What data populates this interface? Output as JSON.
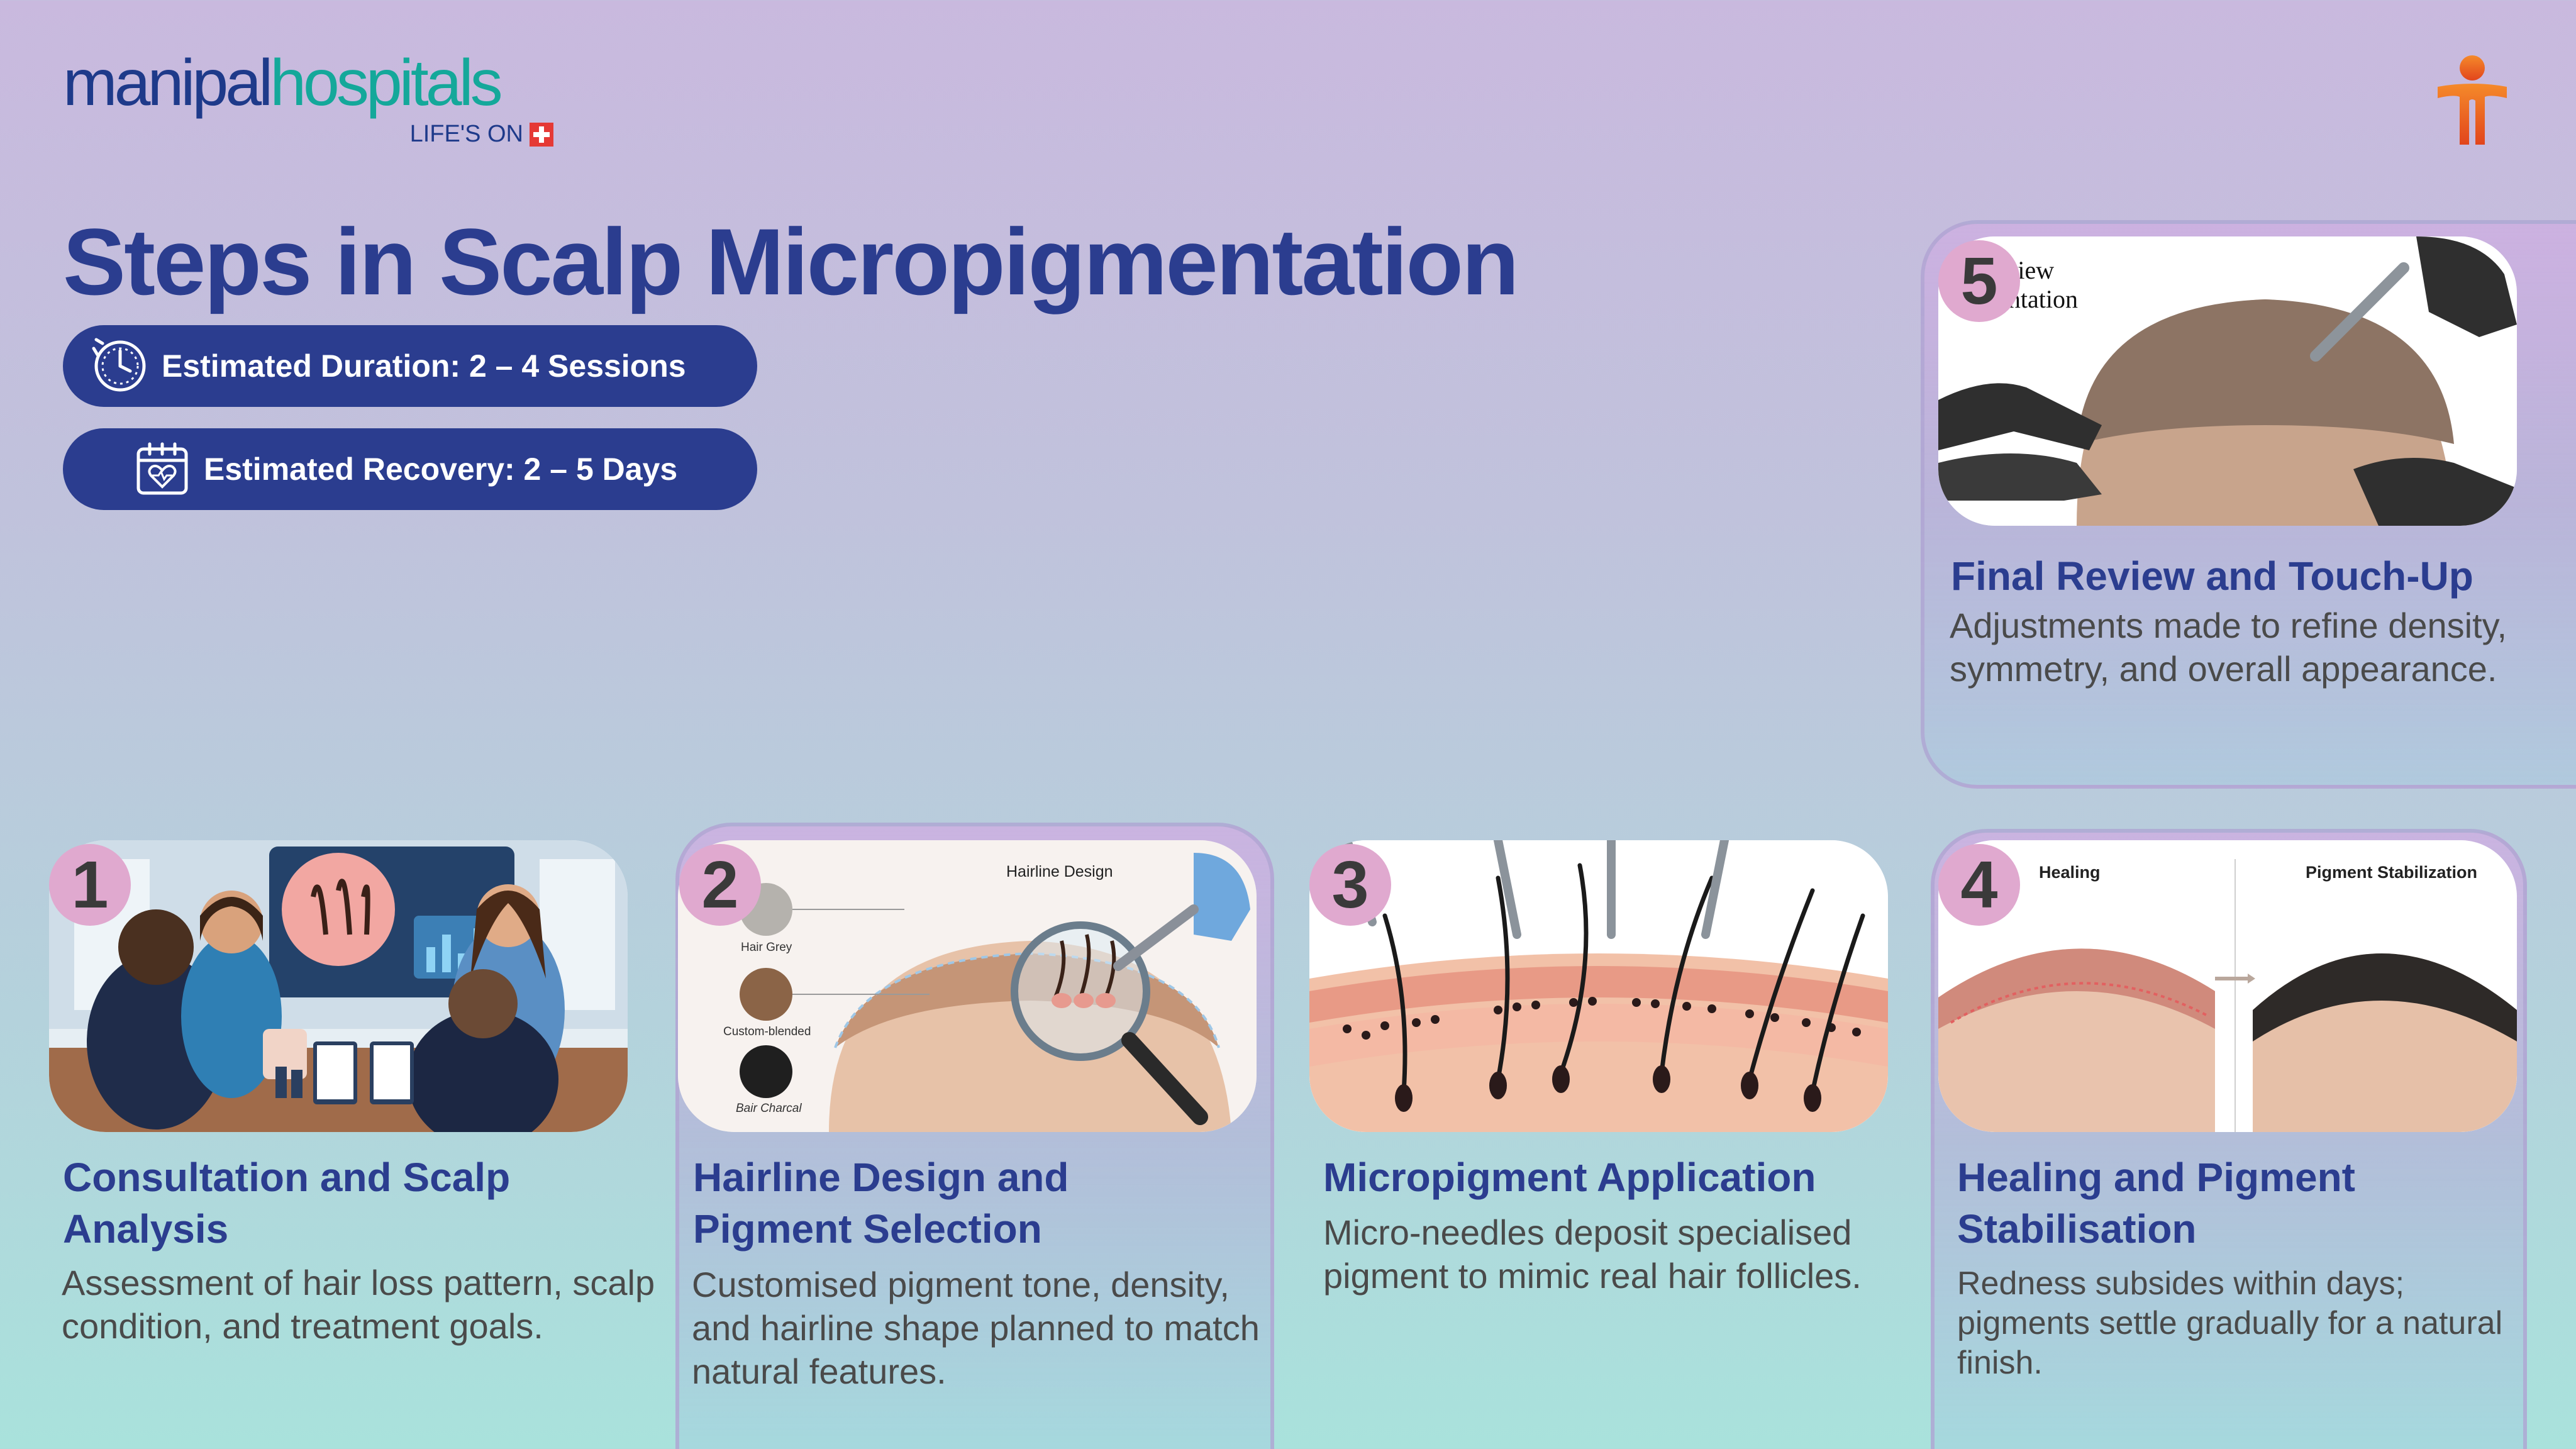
{
  "brand": {
    "name_part1": "manipal",
    "name_part2": "hospitals",
    "tagline": "LIFE'S ON",
    "primary_color": "#2b3d8f",
    "accent_color": "#14a89a",
    "corner_icon": "manipal-figure-icon"
  },
  "title": "Steps in Scalp Micropigmentation",
  "info": {
    "duration": "Estimated Duration: 2 – 4 Sessions",
    "duration_icon": "clock-icon",
    "recovery": "Estimated Recovery: 2 – 5 Days",
    "recovery_icon": "calendar-heart-icon"
  },
  "steps": [
    {
      "number": "1",
      "title": "Consultation and Scalp Analysis",
      "description": "Assessment of hair loss pattern, scalp condition, and treatment goals."
    },
    {
      "number": "2",
      "title": "Hairline Design and Pigment Selection",
      "description": "Customised pigment tone, density, and hairline shape planned to match natural features.",
      "image_label": "Hairline Design",
      "swatches": [
        "Hair Grey",
        "Custom-blended",
        "Bair Charcal"
      ]
    },
    {
      "number": "3",
      "title": "Micropigment Application",
      "description": "Micro-needles deposit specialised pigment to mimic real hair follicles."
    },
    {
      "number": "4",
      "title": "Healing and Pigment Stabilisation",
      "description": "Redness subsides within days; pigments settle gradually for a natural finish.",
      "image_left_label": "Healing",
      "image_right_label": "Pigment Stabilization"
    },
    {
      "number": "5",
      "title": "Final Review and Touch-Up",
      "description": "Adjustments made to refine density, symmetry, and overall appearance.",
      "image_label_1": "Review",
      "image_label_2": "mentation"
    }
  ]
}
